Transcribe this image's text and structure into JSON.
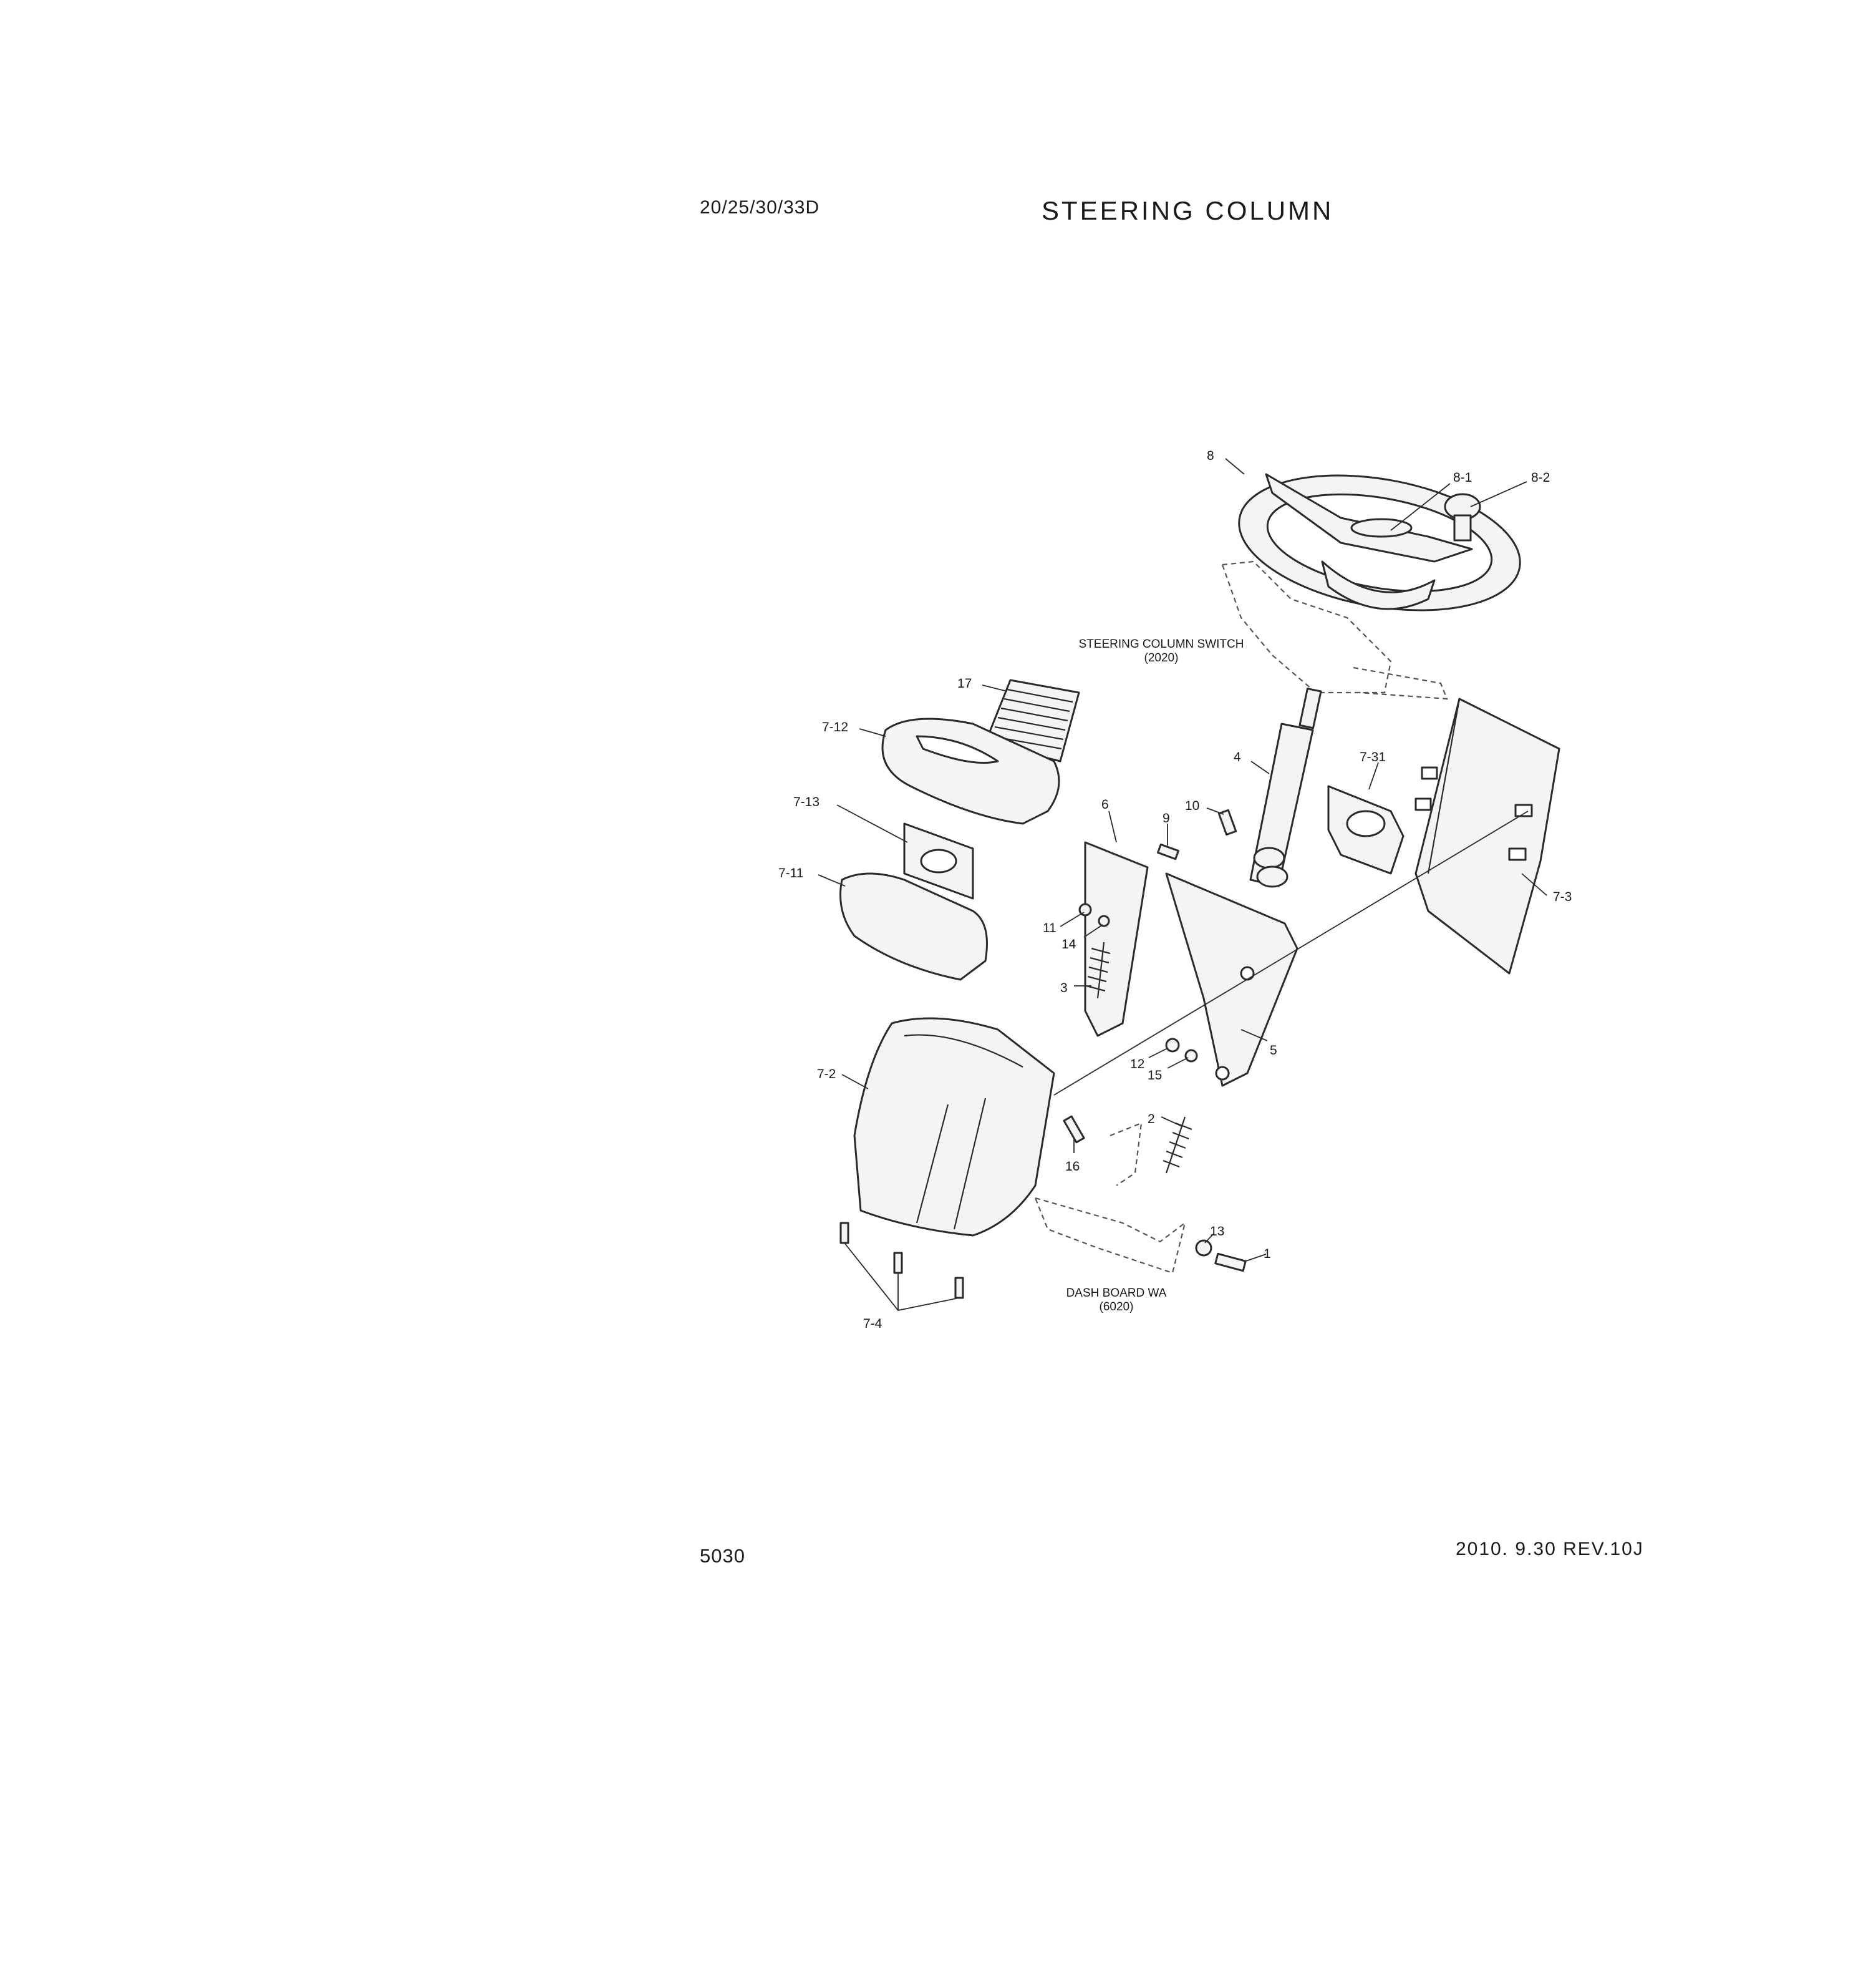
{
  "header": {
    "model": "20/25/30/33D",
    "title": "STEERING COLUMN"
  },
  "footer": {
    "page_number": "5030",
    "revision": "2010. 9.30  REV.10J"
  },
  "references": {
    "switch": {
      "name": "STEERING COLUMN SWITCH",
      "code": "(2020)"
    },
    "dash": {
      "name": "DASH BOARD WA",
      "code": "(6020)"
    }
  },
  "callouts": {
    "c8": "8",
    "c8_1": "8-1",
    "c8_2": "8-2",
    "c17": "17",
    "c7_12": "7-12",
    "c4": "4",
    "c7_31": "7-31",
    "c7_13": "7-13",
    "c6": "6",
    "c9": "9",
    "c10": "10",
    "c7_11": "7-11",
    "c11": "11",
    "c14": "14",
    "c7_3": "7-3",
    "c3": "3",
    "c5": "5",
    "c12": "12",
    "c15": "15",
    "c7_2": "7-2",
    "c2": "2",
    "c16": "16",
    "c13": "13",
    "c1": "1",
    "c7_4": "7-4"
  }
}
